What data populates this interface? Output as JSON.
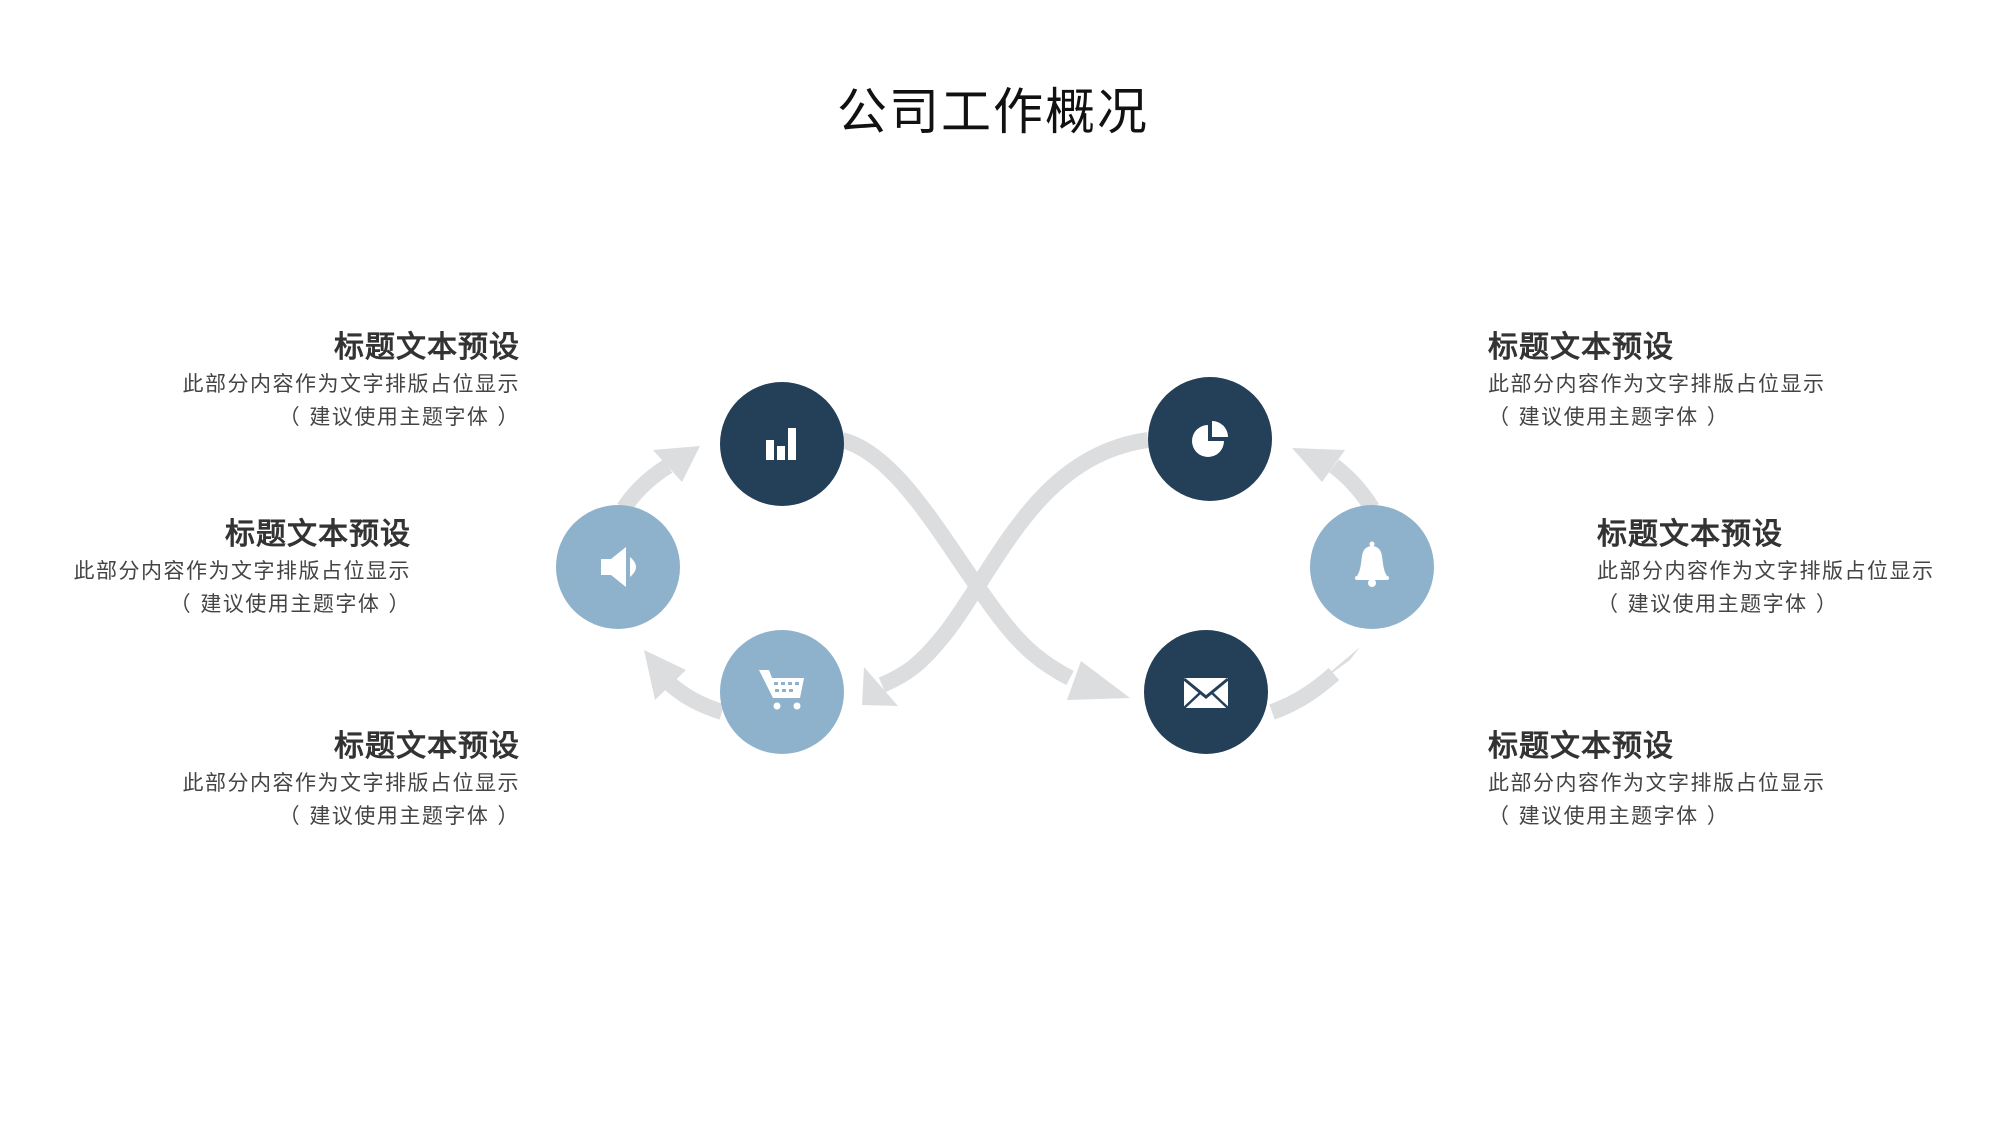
{
  "title": "公司工作概况",
  "colors": {
    "dark": "#243f58",
    "light": "#8fb2cc",
    "arrow": "#dcdddf",
    "icon": "#ffffff"
  },
  "nodes": [
    {
      "id": "chart",
      "tone": "dark",
      "icon": "bar-chart-icon"
    },
    {
      "id": "speaker",
      "tone": "light",
      "icon": "speaker-icon"
    },
    {
      "id": "cart",
      "tone": "light",
      "icon": "shopping-cart-icon"
    },
    {
      "id": "pie",
      "tone": "dark",
      "icon": "pie-chart-icon"
    },
    {
      "id": "bell",
      "tone": "light",
      "icon": "bell-icon"
    },
    {
      "id": "mail",
      "tone": "dark",
      "icon": "envelope-icon"
    }
  ],
  "text_blocks": [
    {
      "heading": "标题文本预设",
      "line1": "此部分内容作为文字排版占位显示",
      "line2": "（ 建议使用主题字体 ）"
    },
    {
      "heading": "标题文本预设",
      "line1": "此部分内容作为文字排版占位显示",
      "line2": "（ 建议使用主题字体 ）"
    },
    {
      "heading": "标题文本预设",
      "line1": "此部分内容作为文字排版占位显示",
      "line2": "（ 建议使用主题字体 ）"
    },
    {
      "heading": "标题文本预设",
      "line1": "此部分内容作为文字排版占位显示",
      "line2": "（ 建议使用主题字体 ）"
    },
    {
      "heading": "标题文本预设",
      "line1": "此部分内容作为文字排版占位显示",
      "line2": "（ 建议使用主题字体 ）"
    },
    {
      "heading": "标题文本预设",
      "line1": "此部分内容作为文字排版占位显示",
      "line2": "（ 建议使用主题字体 ）"
    }
  ]
}
